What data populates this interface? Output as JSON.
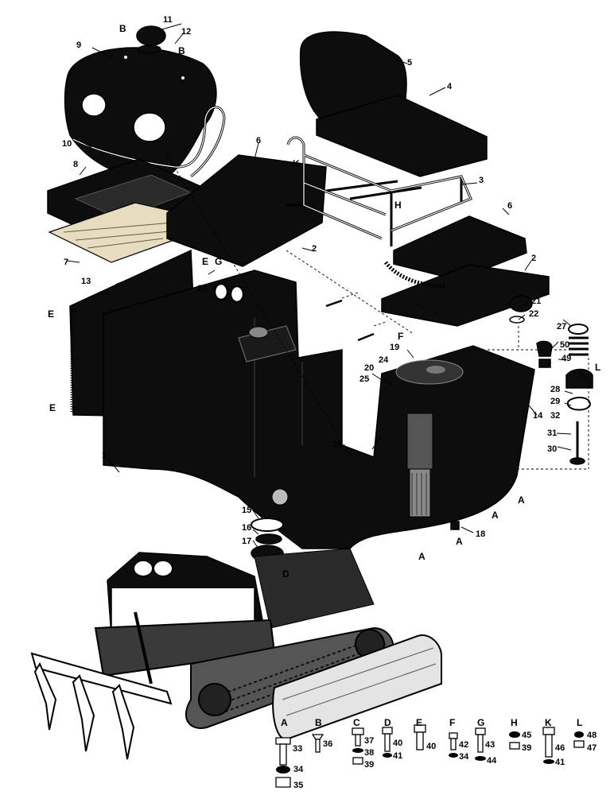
{
  "callouts": [
    "1",
    "2",
    "2",
    "3",
    "4",
    "5",
    "6",
    "6",
    "7",
    "8",
    "9",
    "10",
    "11",
    "12",
    "13",
    "14",
    "15",
    "16",
    "17",
    "18",
    "19",
    "20",
    "21",
    "22",
    "23",
    "24",
    "25",
    "26",
    "27",
    "28",
    "29",
    "30",
    "31",
    "32",
    "33",
    "34",
    "35",
    "36",
    "37",
    "38",
    "39",
    "40",
    "40",
    "41",
    "42",
    "34",
    "43",
    "44",
    "45",
    "39",
    "46",
    "41",
    "47",
    "48",
    "49",
    "50"
  ],
  "view_letters": [
    "B",
    "B",
    "K",
    "H",
    "E",
    "G",
    "E",
    "E",
    "F",
    "L",
    "A",
    "A",
    "A",
    "A",
    "D"
  ],
  "hardware_columns": [
    {
      "letter": "A",
      "parts": [
        "33",
        "34",
        "35"
      ]
    },
    {
      "letter": "B",
      "parts": [
        "36"
      ]
    },
    {
      "letter": "C",
      "parts": [
        "37",
        "38",
        "39"
      ]
    },
    {
      "letter": "D",
      "parts": [
        "40",
        "41"
      ]
    },
    {
      "letter": "E",
      "parts": [
        "40"
      ]
    },
    {
      "letter": "F",
      "parts": [
        "42",
        "34"
      ]
    },
    {
      "letter": "G",
      "parts": [
        "43",
        "44"
      ]
    },
    {
      "letter": "H",
      "parts": [
        "45",
        "39"
      ]
    },
    {
      "letter": "K",
      "parts": [
        "46",
        "41"
      ]
    },
    {
      "letter": "L",
      "parts": [
        "48",
        "47"
      ]
    }
  ]
}
